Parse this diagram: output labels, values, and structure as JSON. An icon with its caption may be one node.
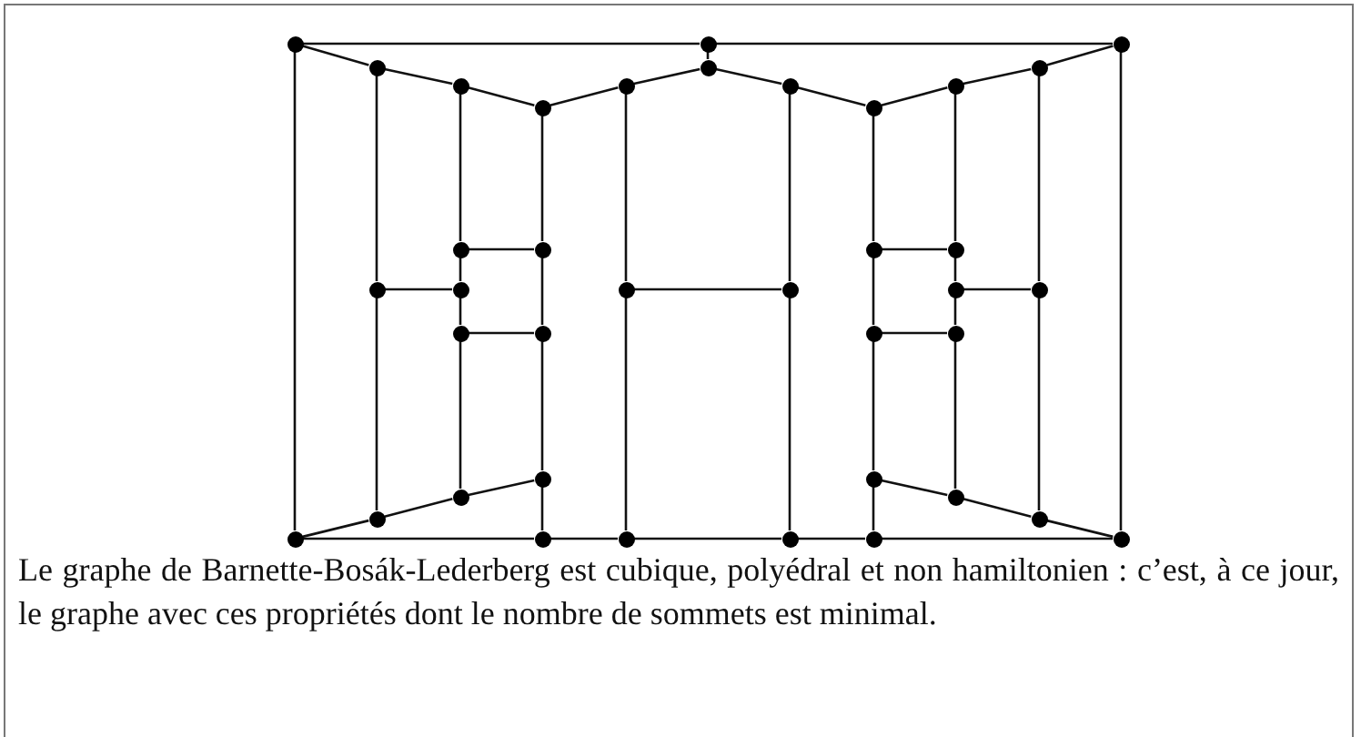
{
  "diagram": {
    "caption": "Le graphe de Barnette-Bosák-Lederberg est cubique, polyédral et non hamiltonien : c’est, à ce jour, le graphe avec ces propriétés dont le nombre de sommets est minimal.",
    "nodes": [
      {
        "text": [],
        "shape": "circle"
      },
      {
        "text": [],
        "shape": "circle"
      },
      {
        "text": [],
        "shape": "circle"
      },
      {
        "text": [],
        "shape": "circle"
      },
      {
        "text": [],
        "shape": "circle"
      },
      {
        "text": [],
        "shape": "circle"
      },
      {
        "text": [],
        "shape": "circle"
      },
      {
        "text": [],
        "shape": "circle"
      },
      {
        "text": [],
        "shape": "circle"
      },
      {
        "text": [],
        "shape": "circle"
      },
      {
        "text": [],
        "shape": "circle"
      },
      {
        "text": [],
        "shape": "circle"
      },
      {
        "text": [],
        "shape": "circle"
      },
      {
        "text": [],
        "shape": "circle"
      },
      {
        "text": [],
        "shape": "circle"
      },
      {
        "text": [],
        "shape": "circle"
      },
      {
        "text": [],
        "shape": "circle"
      },
      {
        "text": [],
        "shape": "circle"
      },
      {
        "text": [],
        "shape": "circle"
      },
      {
        "text": [],
        "shape": "circle"
      },
      {
        "text": [],
        "shape": "circle"
      },
      {
        "text": [],
        "shape": "circle"
      },
      {
        "text": [],
        "shape": "circle"
      },
      {
        "text": [],
        "shape": "circle"
      },
      {
        "text": [],
        "shape": "circle"
      },
      {
        "text": [],
        "shape": "circle"
      },
      {
        "text": [],
        "shape": "circle"
      },
      {
        "text": [],
        "shape": "circle"
      },
      {
        "text": [],
        "shape": "circle"
      },
      {
        "text": [],
        "shape": "circle"
      },
      {
        "text": [],
        "shape": "circle"
      },
      {
        "text": [],
        "shape": "circle"
      },
      {
        "text": [],
        "shape": "circle"
      },
      {
        "text": [],
        "shape": "circle"
      },
      {
        "text": [],
        "shape": "circle"
      },
      {
        "text": [],
        "shape": "circle"
      },
      {
        "text": [],
        "shape": "circle"
      },
      {
        "text": [],
        "shape": "circle"
      }
    ],
    "edges": [
      {
        "from": 0,
        "to": 1,
        "arrow": "none"
      },
      {
        "from": 1,
        "to": 2,
        "arrow": "none"
      },
      {
        "from": 1,
        "to": 4,
        "arrow": "none"
      },
      {
        "from": 0,
        "to": 3,
        "arrow": "none"
      },
      {
        "from": 3,
        "to": 6,
        "arrow": "none"
      },
      {
        "from": 6,
        "to": 10,
        "arrow": "none"
      },
      {
        "from": 10,
        "to": 7,
        "arrow": "none"
      },
      {
        "from": 7,
        "to": 4,
        "arrow": "none"
      },
      {
        "from": 4,
        "to": 8,
        "arrow": "none"
      },
      {
        "from": 8,
        "to": 11,
        "arrow": "none"
      },
      {
        "from": 11,
        "to": 9,
        "arrow": "none"
      },
      {
        "from": 9,
        "to": 5,
        "arrow": "none"
      },
      {
        "from": 5,
        "to": 2,
        "arrow": "none"
      },
      {
        "from": 0,
        "to": 32,
        "arrow": "none"
      },
      {
        "from": 2,
        "to": 37,
        "arrow": "none"
      },
      {
        "from": 3,
        "to": 16,
        "arrow": "none"
      },
      {
        "from": 16,
        "to": 30,
        "arrow": "none"
      },
      {
        "from": 6,
        "to": 12,
        "arrow": "none"
      },
      {
        "from": 12,
        "to": 17,
        "arrow": "none"
      },
      {
        "from": 17,
        "to": 22,
        "arrow": "none"
      },
      {
        "from": 22,
        "to": 28,
        "arrow": "none"
      },
      {
        "from": 10,
        "to": 13,
        "arrow": "none"
      },
      {
        "from": 13,
        "to": 23,
        "arrow": "none"
      },
      {
        "from": 23,
        "to": 26,
        "arrow": "none"
      },
      {
        "from": 26,
        "to": 33,
        "arrow": "none"
      },
      {
        "from": 12,
        "to": 13,
        "arrow": "none"
      },
      {
        "from": 16,
        "to": 17,
        "arrow": "none"
      },
      {
        "from": 22,
        "to": 23,
        "arrow": "none"
      },
      {
        "from": 26,
        "to": 28,
        "arrow": "none"
      },
      {
        "from": 28,
        "to": 30,
        "arrow": "none"
      },
      {
        "from": 30,
        "to": 32,
        "arrow": "none"
      },
      {
        "from": 7,
        "to": 18,
        "arrow": "none"
      },
      {
        "from": 18,
        "to": 34,
        "arrow": "none"
      },
      {
        "from": 8,
        "to": 19,
        "arrow": "none"
      },
      {
        "from": 19,
        "to": 35,
        "arrow": "none"
      },
      {
        "from": 18,
        "to": 19,
        "arrow": "none"
      },
      {
        "from": 5,
        "to": 21,
        "arrow": "none"
      },
      {
        "from": 21,
        "to": 31,
        "arrow": "none"
      },
      {
        "from": 9,
        "to": 15,
        "arrow": "none"
      },
      {
        "from": 15,
        "to": 20,
        "arrow": "none"
      },
      {
        "from": 20,
        "to": 25,
        "arrow": "none"
      },
      {
        "from": 25,
        "to": 29,
        "arrow": "none"
      },
      {
        "from": 11,
        "to": 14,
        "arrow": "none"
      },
      {
        "from": 14,
        "to": 24,
        "arrow": "none"
      },
      {
        "from": 24,
        "to": 27,
        "arrow": "none"
      },
      {
        "from": 27,
        "to": 36,
        "arrow": "none"
      },
      {
        "from": 14,
        "to": 15,
        "arrow": "none"
      },
      {
        "from": 20,
        "to": 21,
        "arrow": "none"
      },
      {
        "from": 24,
        "to": 25,
        "arrow": "none"
      },
      {
        "from": 27,
        "to": 29,
        "arrow": "none"
      },
      {
        "from": 29,
        "to": 31,
        "arrow": "none"
      },
      {
        "from": 31,
        "to": 37,
        "arrow": "none"
      },
      {
        "from": 32,
        "to": 33,
        "arrow": "none"
      },
      {
        "from": 33,
        "to": 34,
        "arrow": "none"
      },
      {
        "from": 34,
        "to": 35,
        "arrow": "none"
      },
      {
        "from": 35,
        "to": 36,
        "arrow": "none"
      },
      {
        "from": 36,
        "to": 37,
        "arrow": "none"
      }
    ]
  }
}
